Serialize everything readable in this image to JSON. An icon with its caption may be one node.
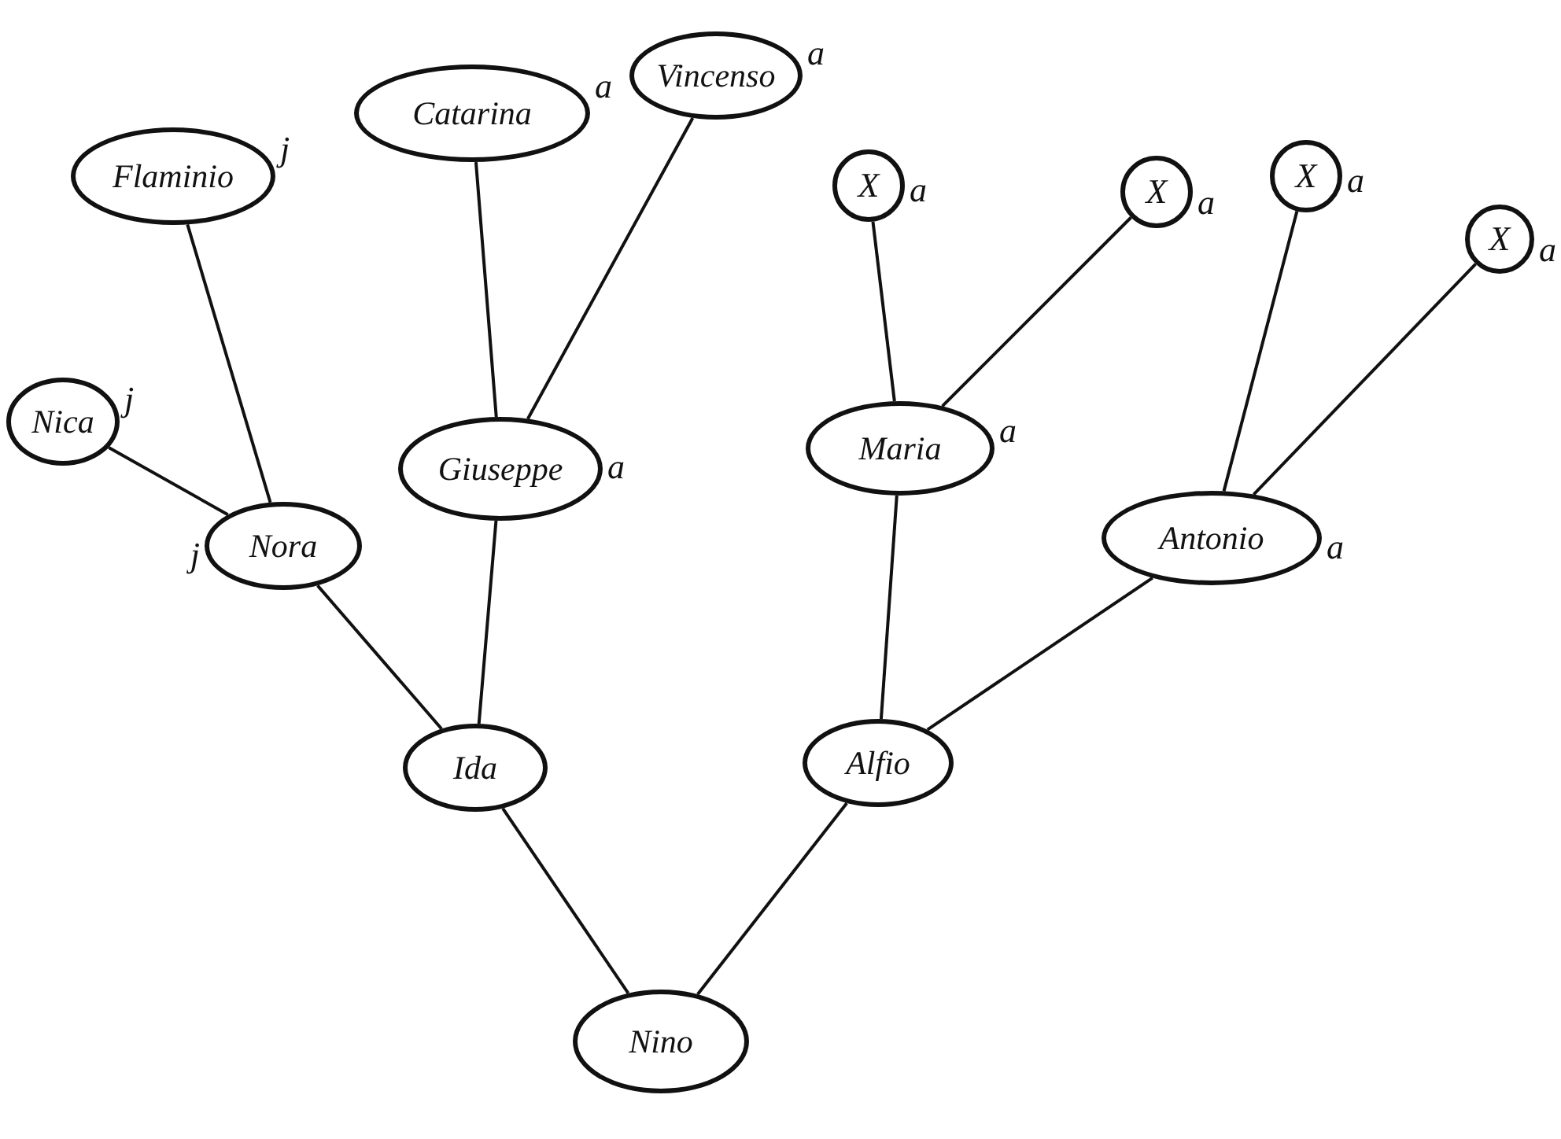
{
  "diagram": {
    "nodes": [
      {
        "text": [
          "Catarina"
        ],
        "beside": [
          "a"
        ]
      },
      {
        "text": [
          "Vincenso"
        ],
        "beside": [
          "a"
        ]
      },
      {
        "text": [
          "Flaminio"
        ],
        "beside": [
          "j"
        ]
      },
      {
        "text": [
          "X"
        ],
        "beside": [
          "a"
        ]
      },
      {
        "text": [
          "X"
        ],
        "beside": [
          "a"
        ]
      },
      {
        "text": [
          "X"
        ],
        "beside": [
          "a"
        ]
      },
      {
        "text": [
          "X"
        ],
        "beside": [
          "a"
        ]
      },
      {
        "text": [
          "Nica"
        ],
        "beside": [
          "j"
        ]
      },
      {
        "text": [
          "Giuseppe"
        ],
        "beside": [
          "a"
        ]
      },
      {
        "text": [
          "Maria"
        ],
        "beside": [
          "a"
        ]
      },
      {
        "text": [
          "Antonio"
        ],
        "beside": [
          "a"
        ]
      },
      {
        "text": [
          "Nora"
        ],
        "beside": [
          "j"
        ]
      },
      {
        "text": [
          "Ida"
        ]
      },
      {
        "text": [
          "Alfio"
        ]
      },
      {
        "text": [
          "Nino"
        ]
      }
    ],
    "edges": [
      {
        "from": 2,
        "to": 11,
        "arrow": "none"
      },
      {
        "from": 7,
        "to": 11,
        "arrow": "none"
      },
      {
        "from": 0,
        "to": 8,
        "arrow": "none"
      },
      {
        "from": 1,
        "to": 8,
        "arrow": "none"
      },
      {
        "from": 3,
        "to": 9,
        "arrow": "none"
      },
      {
        "from": 4,
        "to": 9,
        "arrow": "none"
      },
      {
        "from": 5,
        "to": 10,
        "arrow": "none"
      },
      {
        "from": 6,
        "to": 10,
        "arrow": "none"
      },
      {
        "from": 11,
        "to": 12,
        "arrow": "none"
      },
      {
        "from": 8,
        "to": 12,
        "arrow": "none"
      },
      {
        "from": 9,
        "to": 13,
        "arrow": "none"
      },
      {
        "from": 10,
        "to": 13,
        "arrow": "none"
      },
      {
        "from": 12,
        "to": 14,
        "arrow": "none"
      },
      {
        "from": 13,
        "to": 14,
        "arrow": "none"
      }
    ]
  }
}
